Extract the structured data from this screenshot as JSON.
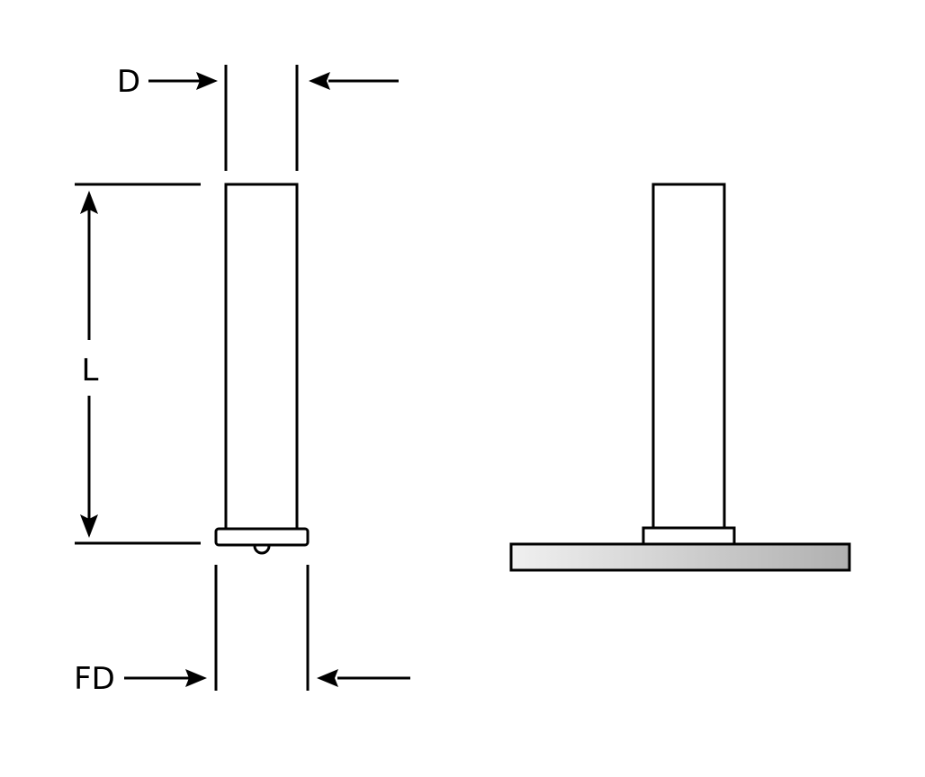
{
  "labels": {
    "diameter": "D",
    "length": "L",
    "flange_diameter": "FD"
  },
  "colors": {
    "stroke": "#000000",
    "plate_gradient_start": "#f0f0f0",
    "plate_gradient_end": "#b0b0b0"
  }
}
